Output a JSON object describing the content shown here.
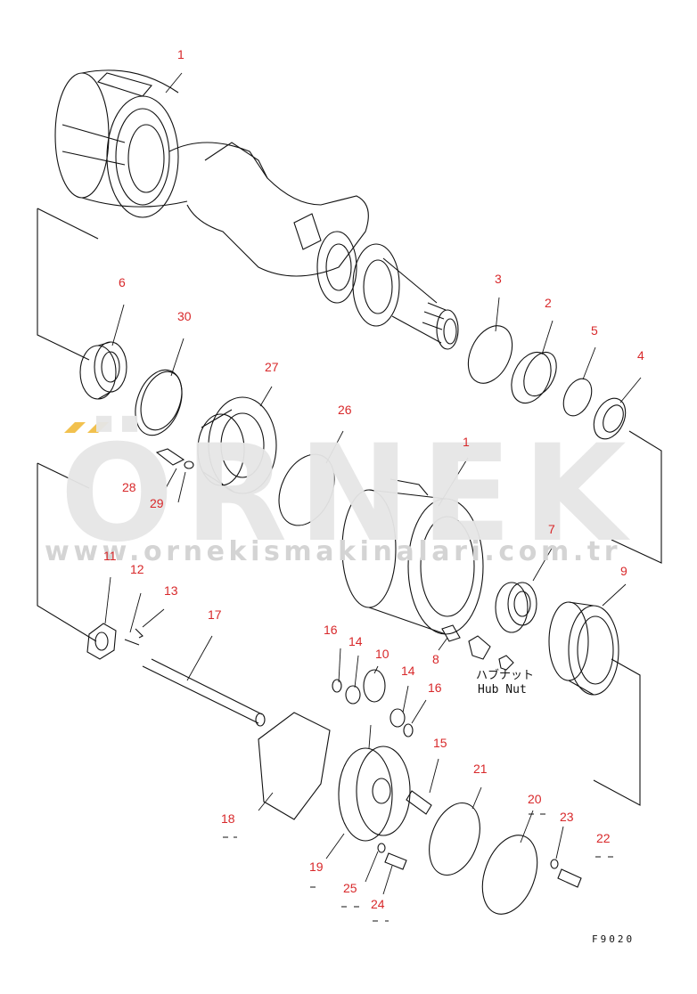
{
  "watermark": {
    "brand": "ÖRNEK",
    "url": "www.ornekismakinalari.com.tr",
    "accent_color": "#f2c14e"
  },
  "callouts": [
    {
      "id": "c1a",
      "num": "1"
    },
    {
      "id": "c2",
      "num": "2"
    },
    {
      "id": "c3",
      "num": "3"
    },
    {
      "id": "c4",
      "num": "4"
    },
    {
      "id": "c5",
      "num": "5"
    },
    {
      "id": "c6",
      "num": "6"
    },
    {
      "id": "c30",
      "num": "30"
    },
    {
      "id": "c27",
      "num": "27"
    },
    {
      "id": "c26",
      "num": "26"
    },
    {
      "id": "c28",
      "num": "28"
    },
    {
      "id": "c29",
      "num": "29"
    },
    {
      "id": "c1b",
      "num": "1"
    },
    {
      "id": "c7",
      "num": "7"
    },
    {
      "id": "c9",
      "num": "9"
    },
    {
      "id": "c11",
      "num": "11"
    },
    {
      "id": "c12",
      "num": "12"
    },
    {
      "id": "c13",
      "num": "13"
    },
    {
      "id": "c17",
      "num": "17"
    },
    {
      "id": "c16a",
      "num": "16"
    },
    {
      "id": "c14a",
      "num": "14"
    },
    {
      "id": "c10",
      "num": "10"
    },
    {
      "id": "c14b",
      "num": "14"
    },
    {
      "id": "c16b",
      "num": "16"
    },
    {
      "id": "c8",
      "num": "8"
    },
    {
      "id": "c15",
      "num": "15"
    },
    {
      "id": "c18",
      "num": "18"
    },
    {
      "id": "c19",
      "num": "19"
    },
    {
      "id": "c21",
      "num": "21"
    },
    {
      "id": "c20",
      "num": "20"
    },
    {
      "id": "c23",
      "num": "23"
    },
    {
      "id": "c22",
      "num": "22"
    },
    {
      "id": "c25",
      "num": "25"
    },
    {
      "id": "c24",
      "num": "24"
    }
  ],
  "hub_nut_label": {
    "jp": "ハブナット",
    "en": "Hub Nut"
  },
  "figure_code": "F9020",
  "colors": {
    "line": "#111111",
    "callout": "#d8282a",
    "watermark": "#e6e6e6"
  }
}
